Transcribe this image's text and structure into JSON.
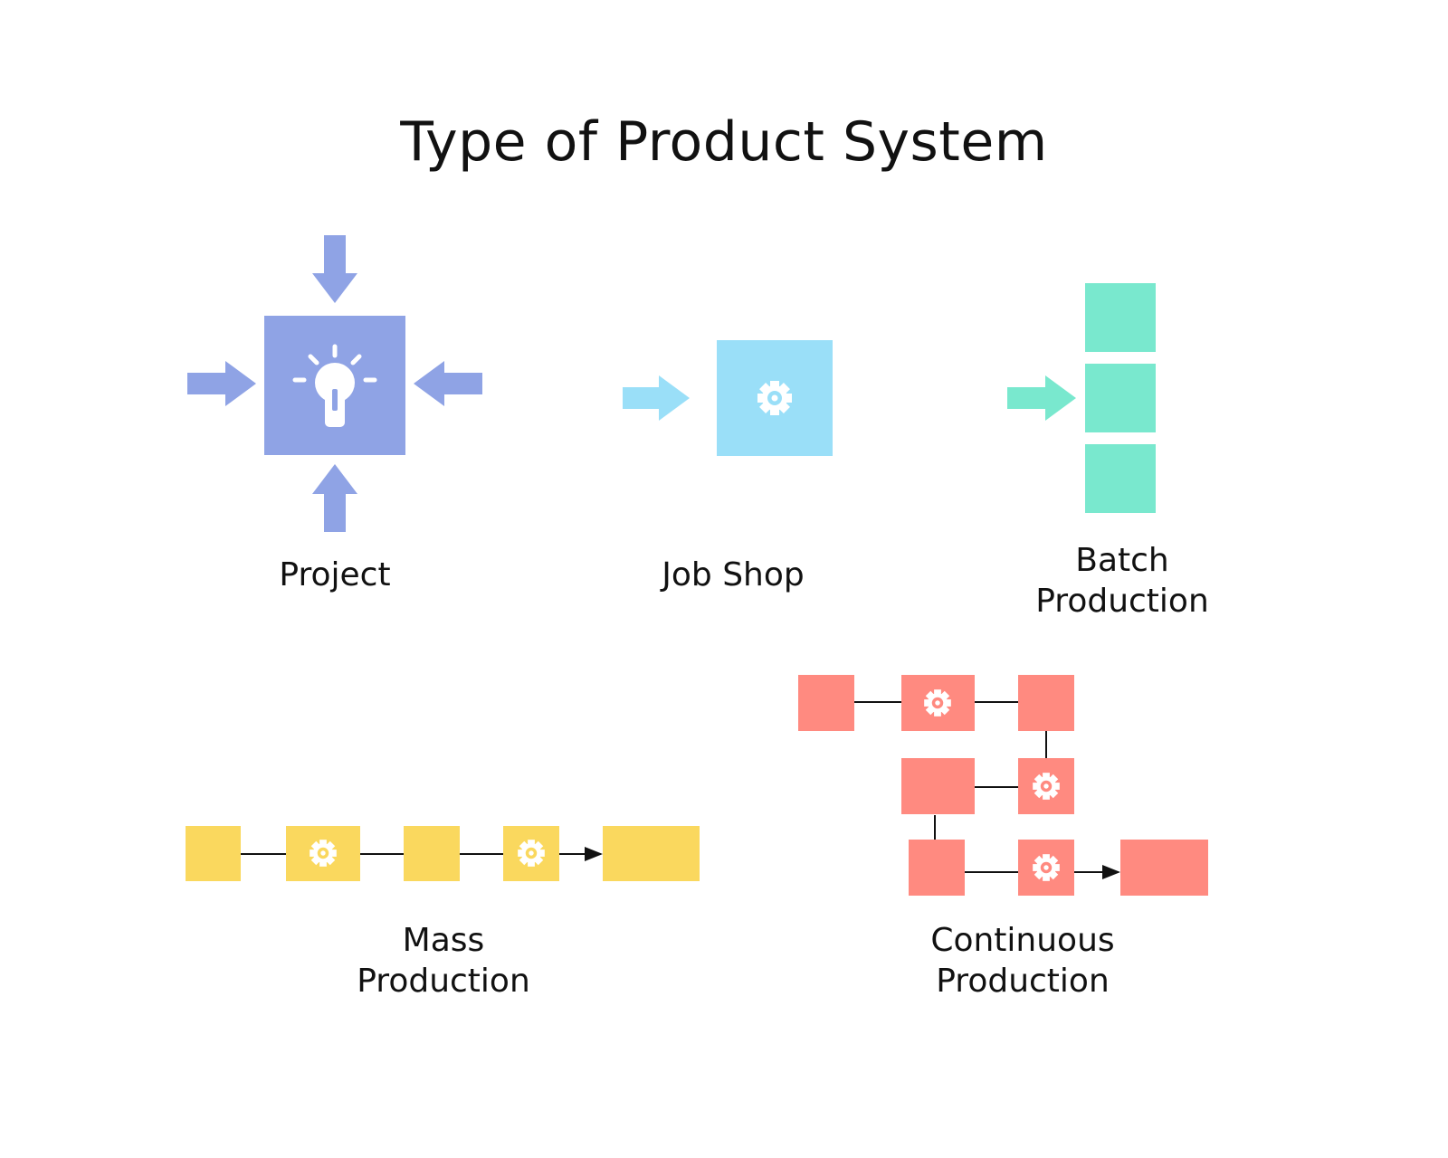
{
  "title": "Type of Product System",
  "colors": {
    "project": "#8FA3E5",
    "job_shop": "#9ADFF8",
    "batch": "#79E8CE",
    "mass": "#FAD85E",
    "continuous": "#FF8A80",
    "connector": "#111111",
    "icon": "#ffffff"
  },
  "systems": {
    "project": {
      "label": "Project",
      "icon": "lightbulb-icon"
    },
    "job_shop": {
      "label": "Job Shop",
      "icon": "gear-icon"
    },
    "batch": {
      "label_line1": "Batch",
      "label_line2": "Production"
    },
    "mass": {
      "label_line1": "Mass",
      "label_line2": "Production",
      "icon": "gear-icon"
    },
    "continuous": {
      "label_line1": "Continuous",
      "label_line2": "Production",
      "icon": "gear-icon"
    }
  }
}
